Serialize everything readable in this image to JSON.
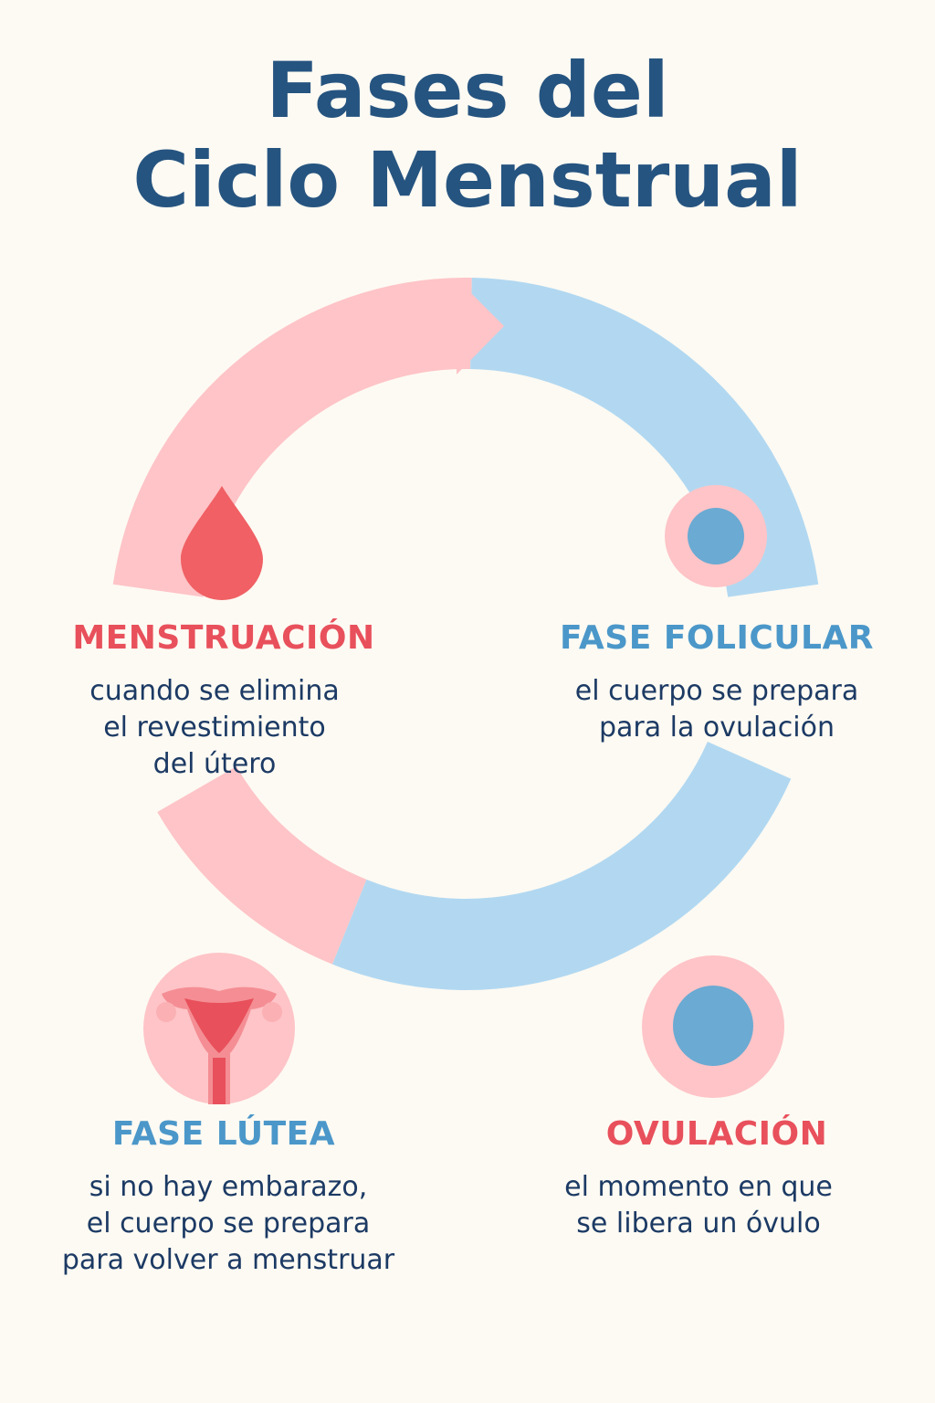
{
  "title": {
    "line1": "Fases del",
    "line2": "Ciclo Menstrual"
  },
  "colors": {
    "pink_ring": "#fec4c7",
    "blue_ring": "#b2d8f1",
    "red": "#e8505b",
    "blue": "#4b97c9",
    "navy": "#265480"
  },
  "phases": [
    {
      "name": "MENSTRUACIÓN",
      "desc": [
        "cuando se elimina",
        "el revestimiento",
        "del útero"
      ],
      "icon": "blood-drop-icon"
    },
    {
      "name": "FASE FOLICULAR",
      "desc": [
        "el cuerpo se prepara",
        "para la ovulación"
      ],
      "icon": "follicle-icon"
    },
    {
      "name": "FASE LÚTEA",
      "desc": [
        "si no hay embarazo,",
        "el cuerpo se prepara",
        "para volver a menstruar"
      ],
      "icon": "uterus-icon"
    },
    {
      "name": "OVULACIÓN",
      "desc": [
        "el momento en que",
        "se libera un óvulo"
      ],
      "icon": "ovum-icon"
    }
  ]
}
